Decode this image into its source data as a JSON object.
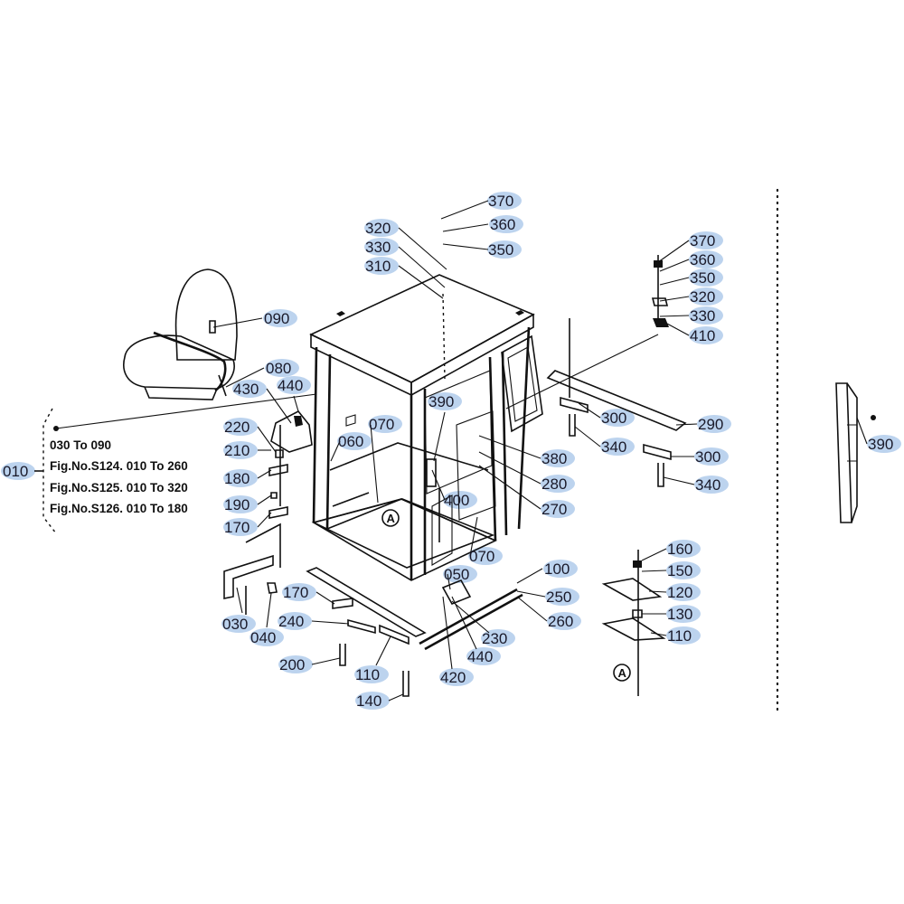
{
  "colors": {
    "highlight": "#bcd3ee",
    "ink": "#111111",
    "label_text": "#1a1a2a"
  },
  "labels": {
    "p370a": "370",
    "p360a": "360",
    "p350a": "350",
    "p320a": "320",
    "p330a": "330",
    "p310": "310",
    "p090": "090",
    "p080": "080",
    "p430": "430",
    "p440a": "440",
    "p220": "220",
    "p210": "210",
    "p180": "180",
    "p190": "190",
    "p170a": "170",
    "p010": "010",
    "p070a": "070",
    "p060": "060",
    "p390a": "390",
    "p370b": "370",
    "p360b": "360",
    "p350b": "350",
    "p320b": "320",
    "p330b": "330",
    "p410": "410",
    "p300a": "300",
    "p290": "290",
    "p340a": "340",
    "p300b": "300",
    "p340b": "340",
    "p380": "380",
    "p280": "280",
    "p270": "270",
    "p400": "400",
    "p070b": "070",
    "p050": "050",
    "p100": "100",
    "p250": "250",
    "p260": "260",
    "p230": "230",
    "p440b": "440",
    "p420": "420",
    "p170b": "170",
    "p240": "240",
    "p030": "030",
    "p040": "040",
    "p200": "200",
    "p110a": "110",
    "p140": "140",
    "p160": "160",
    "p150": "150",
    "p120": "120",
    "p130": "130",
    "p110b": "110",
    "p390b": "390"
  },
  "note_lines": {
    "line1": "030 To 090",
    "line2": "Fig.No.S124. 010 To 260",
    "line3": "Fig.No.S125. 010 To 320",
    "line4": "Fig.No.S126. 010 To 180"
  },
  "ref_marks": {
    "markA": "A"
  }
}
